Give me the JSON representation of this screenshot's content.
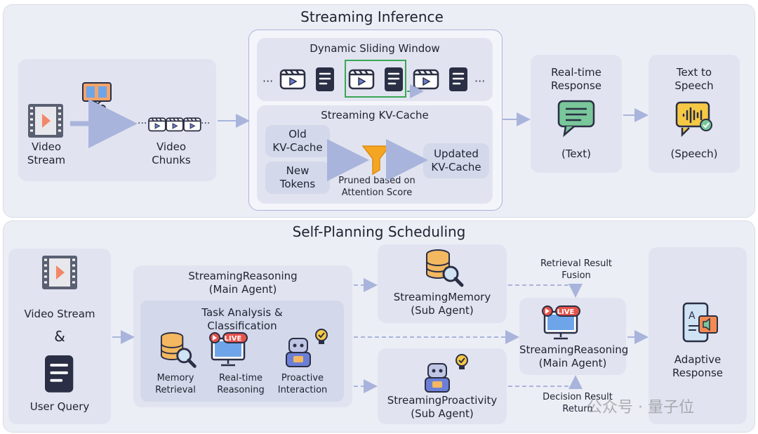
{
  "top": {
    "title": "Streaming Inference",
    "video_stream_label": "Video\nStream",
    "video_chunks_label": "Video\nChunks",
    "sliding_window_title": "Dynamic Sliding Window",
    "kv_cache_title": "Streaming KV-Cache",
    "old_kv": "Old\nKV-Cache",
    "new_tokens": "New\nTokens",
    "pruned_label": "Pruned based on\nAttention Score",
    "updated_kv": "Updated\nKV-Cache",
    "realtime_title": "Real-time\nResponse",
    "realtime_caption": "(Text)",
    "tts_title": "Text to\nSpeech",
    "tts_caption": "(Speech)"
  },
  "bottom": {
    "title": "Self-Planning Scheduling",
    "video_stream": "Video Stream",
    "ampersand": "&",
    "user_query": "User Query",
    "main_agent_title": "StreamingReasoning\n(Main Agent)",
    "task_title": "Task Analysis &\nClassification",
    "memory_retrieval": "Memory\nRetrieval",
    "realtime_reasoning": "Real-time\nReasoning",
    "proactive_interaction": "Proactive\nInteraction",
    "memory_agent": "StreamingMemory\n(Sub Agent)",
    "proactivity_agent": "StreamingProactivity\n(Sub Agent)",
    "retrieval_fusion": "Retrieval Result\nFusion",
    "decision_return": "Decision Result\nReturn",
    "reasoning_agent": "StreamingReasoning\n(Main Agent)",
    "adaptive_response": "Adaptive\nResponse",
    "live_badge": "LIVE"
  },
  "watermark": "公众号 · 量子位",
  "colors": {
    "arrow": "#a9b4dc",
    "panel": "#eceef5",
    "box": "#e1e4f0",
    "accent_green": "#3aa655"
  }
}
